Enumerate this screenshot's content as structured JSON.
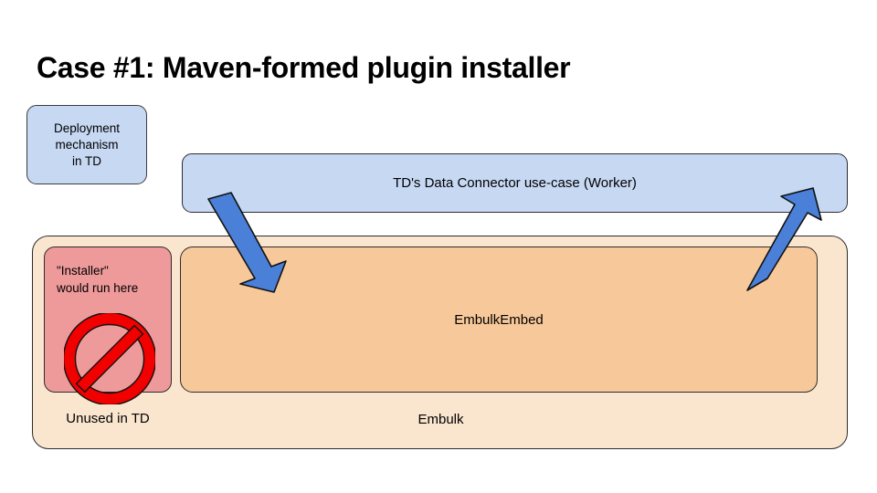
{
  "slide": {
    "title": "Case #1: Maven-formed plugin installer",
    "background_color": "#ffffff"
  },
  "legend": {
    "name": "deployment-mechanism-legend",
    "line1": "Deployment",
    "line2": "mechanism",
    "line3": "in TD",
    "fill_color": "#c7d8f3",
    "border_color": "#3c3c3c"
  },
  "worker_banner": {
    "label": "TD's Data Connector use-case (Worker)",
    "fill_color": "#c7d8f3",
    "border_color": "#2d2d2d"
  },
  "embulk_container": {
    "label": "Embulk",
    "fill_color": "#fae5ce",
    "border_color": "#2d2d2d"
  },
  "embulk_embed": {
    "label": "EmbulkEmbed",
    "fill_color": "#f7c99a",
    "border_color": "#2d2d2d"
  },
  "installer": {
    "line1": "\"Installer\"",
    "line2": "would run here",
    "caption": "Unused in TD",
    "fill_color": "#ef9a9a",
    "border_color": "#2d2d2d",
    "prohibition_icon": "no-entry-icon",
    "prohibition_color": "#f20000"
  },
  "arrows": [
    {
      "name": "arrow-down-into-embulkembed",
      "direction": "down-right",
      "color": "#4a80d8",
      "from": "TD's Data Connector use-case (Worker)",
      "to": "EmbulkEmbed"
    },
    {
      "name": "arrow-up-into-worker",
      "direction": "up-right",
      "color": "#4a80d8",
      "from": "EmbulkEmbed",
      "to": "TD's Data Connector use-case (Worker)"
    }
  ]
}
